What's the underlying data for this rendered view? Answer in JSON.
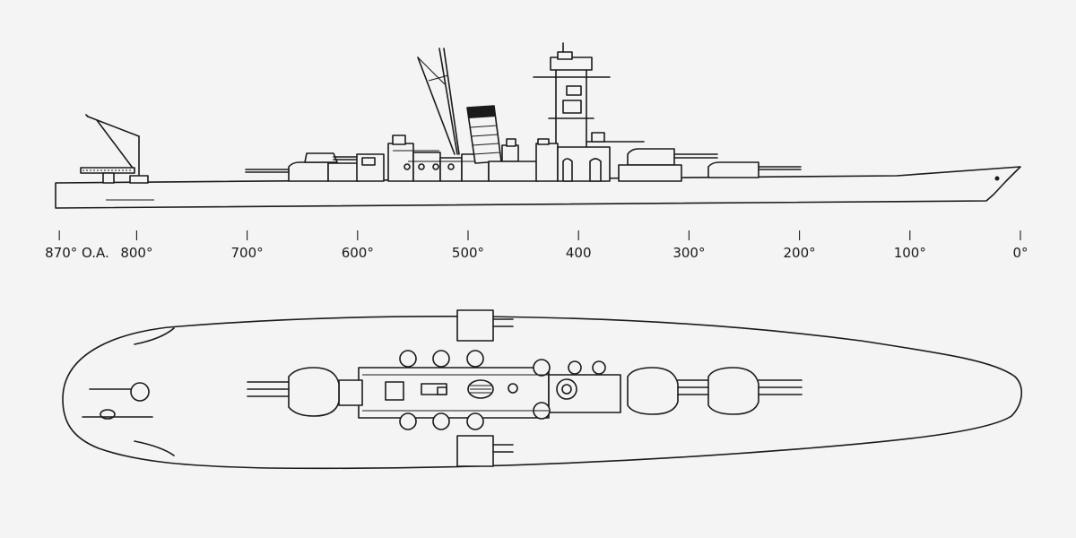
{
  "scale": {
    "ticks": [
      {
        "label": "870° O.A.",
        "value": 870
      },
      {
        "label": "800°",
        "value": 800
      },
      {
        "label": "700°",
        "value": 700
      },
      {
        "label": "600°",
        "value": 600
      },
      {
        "label": "500°",
        "value": 500
      },
      {
        "label": "400",
        "value": 400
      },
      {
        "label": "300°",
        "value": 300
      },
      {
        "label": "200°",
        "value": 200
      },
      {
        "label": "100°",
        "value": 100
      },
      {
        "label": "0°",
        "value": 0
      }
    ]
  },
  "colors": {
    "ink": "#1a1a1a",
    "paper": "#f4f4f4"
  }
}
